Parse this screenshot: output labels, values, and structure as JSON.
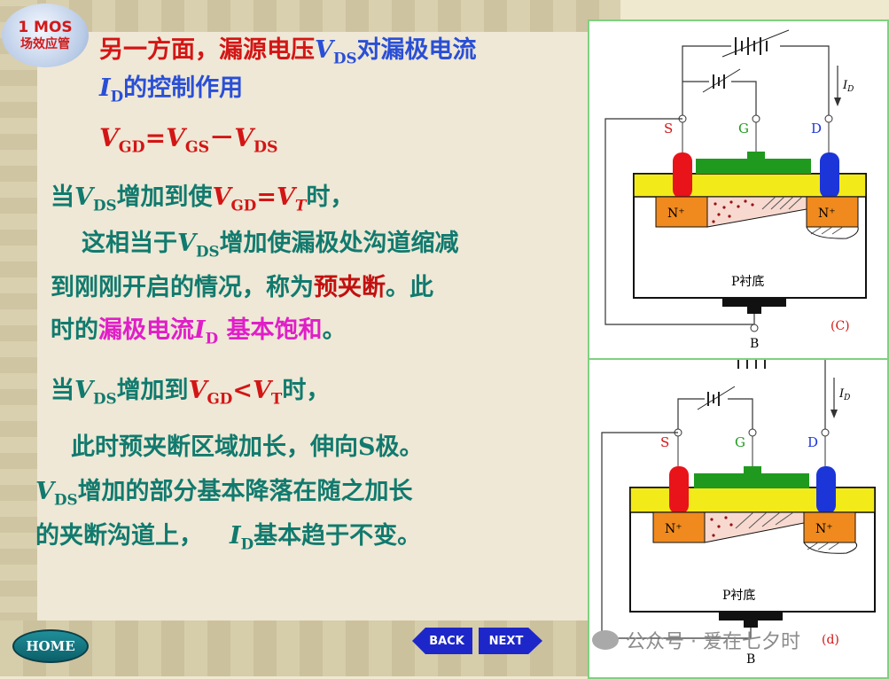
{
  "badge": {
    "line1": "1 MOS",
    "line2": "场效应管"
  },
  "heading": {
    "l1a": "另一方面，漏源电压",
    "l1v": "V",
    "l1sub": "DS",
    "l1b": "对漏极电流",
    "l2v": "I",
    "l2sub": "D",
    "l2b": "的控制作用"
  },
  "formula": {
    "v1": "V",
    "s1": "GD",
    "eq": "=",
    "v2": "V",
    "s2": "GS",
    "minus": "－",
    "v3": "V",
    "s3": "DS"
  },
  "para1": {
    "a": "当",
    "v": "V",
    "vsub": "DS",
    "b": "增加到使",
    "c1": "V",
    "c1sub": "GD",
    "c2": "=",
    "c3": "V",
    "c3sub": "T",
    "d": "时，",
    "line2a": "这相当于",
    "line2v": "V",
    "line2sub": "DS",
    "line2b": "增加使漏极处沟道缩减",
    "line3a": "到刚刚开启的情况，称为",
    "line3red": "预夹断",
    "line3b": "。此",
    "line4a": "时的",
    "line4pink": "漏极电流",
    "line4v": "I",
    "line4sub": "D",
    "line4pink2": " 基本饱和",
    "line4b": "。"
  },
  "para2": {
    "a": "当",
    "v": "V",
    "vsub": "DS",
    "b": "增加到",
    "c1": "V",
    "c1sub": "GD",
    "c2": "<",
    "c3": "V",
    "c3sub": "T",
    "d": "时，",
    "line2": "此时预夹断区域加长，伸向S极。",
    "line3v": "V",
    "line3sub": "DS",
    "line3b": "增加的部分基本降落在随之加长",
    "line4a": "的夹断沟道上，",
    "line4v": "I",
    "line4sub": "D",
    "line4b": "基本趋于不变。"
  },
  "nav": {
    "home": "HOME",
    "back": "BACK",
    "next": "NEXT"
  },
  "diagram": {
    "s": "S",
    "g": "G",
    "d": "D",
    "b": "B",
    "id_i": "I",
    "id_sub": "D",
    "n_left": "N⁺",
    "n_right": "N⁺",
    "substrate": "P衬底",
    "label_c": "(C)",
    "label_d": "(d)"
  },
  "watermark": "公众号 · 爱在七夕时",
  "colors": {
    "source": "#e8141a",
    "drain": "#1c35d8",
    "gate": "#1f9a1f",
    "oxide": "#f3ea1a",
    "n_region": "#f08a1e",
    "substrate_bar": "#111111"
  }
}
